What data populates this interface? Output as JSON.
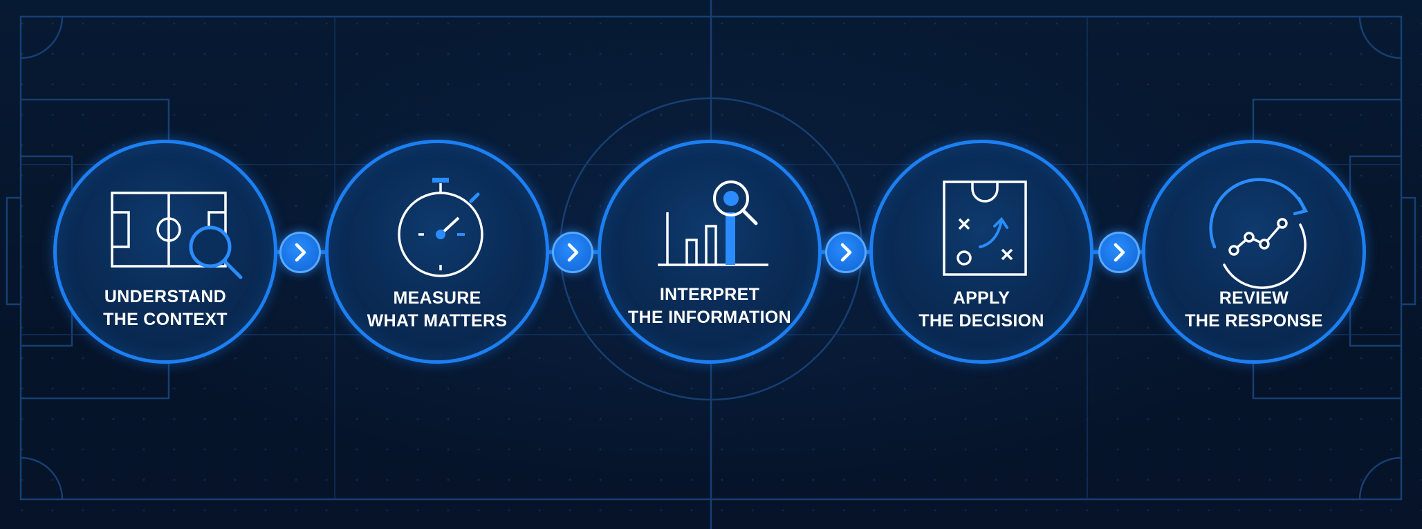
{
  "steps": [
    {
      "id": "understand",
      "line1": "UNDERSTAND",
      "line2": "THE CONTEXT",
      "icon": "pitch-magnifier-icon"
    },
    {
      "id": "measure",
      "line1": "MEASURE",
      "line2": "WHAT MATTERS",
      "icon": "stopwatch-icon"
    },
    {
      "id": "interpret",
      "line1": "INTERPRET",
      "line2": "THE INFORMATION",
      "icon": "bar-chart-magnifier-icon"
    },
    {
      "id": "apply",
      "line1": "APPLY",
      "line2": "THE DECISION",
      "icon": "tactics-board-icon"
    },
    {
      "id": "review",
      "line1": "REVIEW",
      "line2": "THE RESPONSE",
      "icon": "cycle-trend-icon"
    }
  ],
  "arrow_icon": "chevron-right-icon",
  "colors": {
    "background": "#06152b",
    "accent": "#1c7ff2",
    "field_lines": "#1b4a85",
    "text": "#ffffff"
  }
}
